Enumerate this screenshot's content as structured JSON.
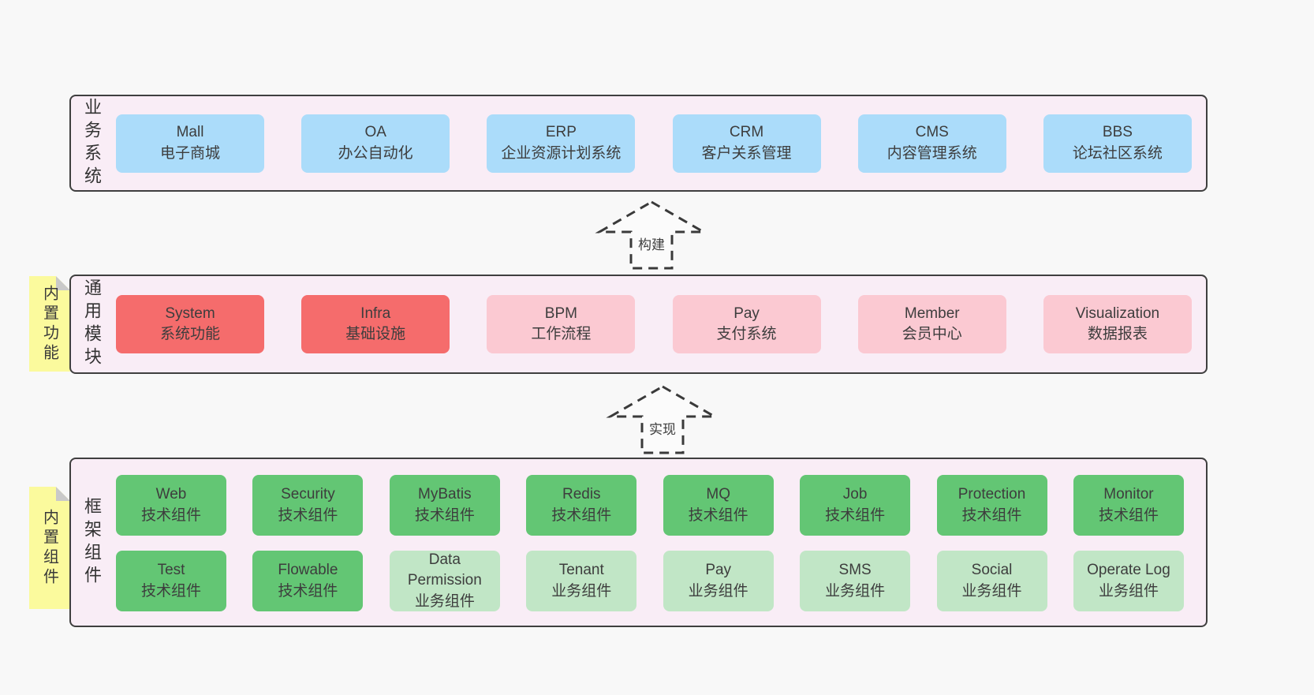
{
  "colors": {
    "page_bg": "#f8f8f8",
    "panel_bg": "#f9edf6",
    "panel_border": "#3f3f3f",
    "blue_box": "#abdcfa",
    "red_box": "#f56c6c",
    "pink_box": "#fbc9d2",
    "green_box": "#63c674",
    "light_green_box": "#c1e6c6",
    "note_yellow": "#fbfa9d",
    "note_fold_gray": "#c9c9c9",
    "text": "#3d3d3d"
  },
  "panels": [
    {
      "label": "业务系统",
      "boxes": [
        {
          "title": "Mall",
          "subtitle": "电子商城",
          "variant": "blue"
        },
        {
          "title": "OA",
          "subtitle": "办公自动化",
          "variant": "blue"
        },
        {
          "title": "ERP",
          "subtitle": "企业资源计划系统",
          "variant": "blue"
        },
        {
          "title": "CRM",
          "subtitle": "客户关系管理",
          "variant": "blue"
        },
        {
          "title": "CMS",
          "subtitle": "内容管理系统",
          "variant": "blue"
        },
        {
          "title": "BBS",
          "subtitle": "论坛社区系统",
          "variant": "blue"
        }
      ]
    },
    {
      "label": "通用模块",
      "note": "内置功能",
      "boxes": [
        {
          "title": "System",
          "subtitle": "系统功能",
          "variant": "red"
        },
        {
          "title": "Infra",
          "subtitle": "基础设施",
          "variant": "red"
        },
        {
          "title": "BPM",
          "subtitle": "工作流程",
          "variant": "pink"
        },
        {
          "title": "Pay",
          "subtitle": "支付系统",
          "variant": "pink"
        },
        {
          "title": "Member",
          "subtitle": "会员中心",
          "variant": "pink"
        },
        {
          "title": "Visualization",
          "subtitle": "数据报表",
          "variant": "pink"
        }
      ]
    },
    {
      "label": "框架组件",
      "note": "内置组件",
      "rows": [
        [
          {
            "title": "Web",
            "subtitle": "技术组件",
            "variant": "green"
          },
          {
            "title": "Security",
            "subtitle": "技术组件",
            "variant": "green"
          },
          {
            "title": "MyBatis",
            "subtitle": "技术组件",
            "variant": "green"
          },
          {
            "title": "Redis",
            "subtitle": "技术组件",
            "variant": "green"
          },
          {
            "title": "MQ",
            "subtitle": "技术组件",
            "variant": "green"
          },
          {
            "title": "Job",
            "subtitle": "技术组件",
            "variant": "green"
          },
          {
            "title": "Protection",
            "subtitle": "技术组件",
            "variant": "green"
          },
          {
            "title": "Monitor",
            "subtitle": "技术组件",
            "variant": "green"
          }
        ],
        [
          {
            "title": "Test",
            "subtitle": "技术组件",
            "variant": "green"
          },
          {
            "title": "Flowable",
            "subtitle": "技术组件",
            "variant": "green"
          },
          {
            "title": "Data Permission",
            "subtitle": "业务组件",
            "variant": "lightgreen"
          },
          {
            "title": "Tenant",
            "subtitle": "业务组件",
            "variant": "lightgreen"
          },
          {
            "title": "Pay",
            "subtitle": "业务组件",
            "variant": "lightgreen"
          },
          {
            "title": "SMS",
            "subtitle": "业务组件",
            "variant": "lightgreen"
          },
          {
            "title": "Social",
            "subtitle": "业务组件",
            "variant": "lightgreen"
          },
          {
            "title": "Operate Log",
            "subtitle": "业务组件",
            "variant": "lightgreen"
          }
        ]
      ]
    }
  ],
  "arrows": [
    {
      "label": "构建"
    },
    {
      "label": "实现"
    }
  ]
}
